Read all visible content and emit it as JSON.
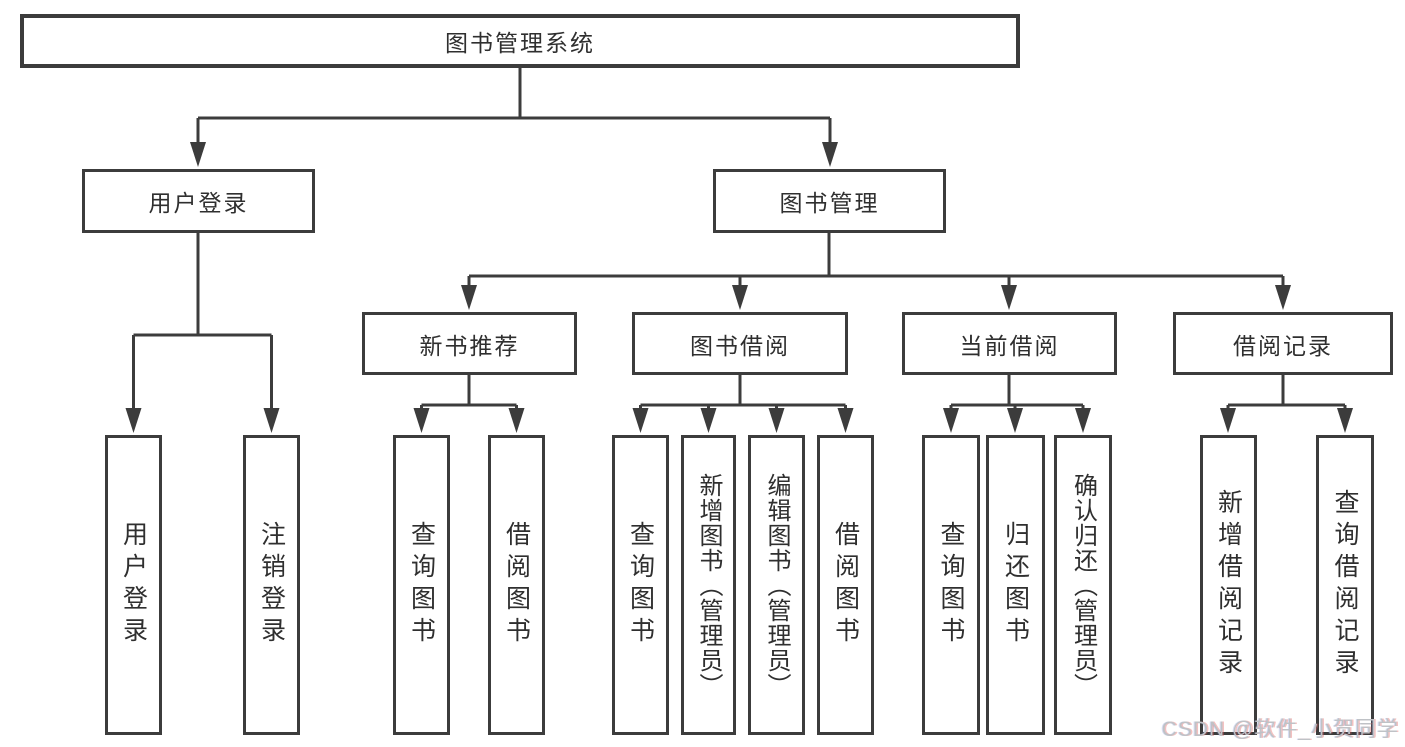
{
  "diagram": {
    "root": {
      "label": "图书管理系统"
    },
    "level1": [
      {
        "label": "用户登录"
      },
      {
        "label": "图书管理"
      }
    ],
    "level2": [
      {
        "label": "新书推荐"
      },
      {
        "label": "图书借阅"
      },
      {
        "label": "当前借阅"
      },
      {
        "label": "借阅记录"
      }
    ],
    "leaves": [
      {
        "label": "用户登录"
      },
      {
        "label": "注销登录"
      },
      {
        "label": "查询图书"
      },
      {
        "label": "借阅图书"
      },
      {
        "label": "查询图书"
      },
      {
        "label": "新增图书（管理员）"
      },
      {
        "label": "编辑图书（管理员）"
      },
      {
        "label": "借阅图书"
      },
      {
        "label": "查询图书"
      },
      {
        "label": "归还图书"
      },
      {
        "label": "确认归还（管理员）"
      },
      {
        "label": "新增借阅记录"
      },
      {
        "label": "查询借阅记录"
      }
    ]
  },
  "watermark": {
    "text": "CSDN @软件_小贺同学"
  },
  "colors": {
    "line": "#3c3c3c",
    "box_border": "#3c3c3c",
    "background": "#ffffff",
    "watermark": "#bfc2c6"
  }
}
